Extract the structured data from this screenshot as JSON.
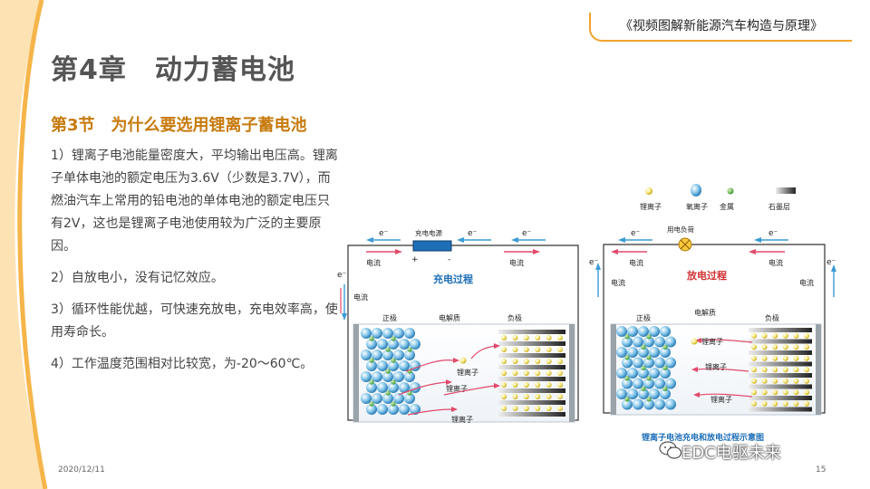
{
  "header": {
    "book_title": "《视频图解新能源汽车构造与原理》"
  },
  "chapter_title": "第4章　动力蓄电池",
  "section_title": "第3节　为什么要选用锂离子蓄电池",
  "paragraphs": [
    "1）锂离子电池能量密度大，平均输出电压高。锂离子单体电池的额定电压为3.6V（少数是3.7V），而燃油汽车上常用的铅电池的单体电池的额定电压只有2V，这也是锂离子电池使用较为广泛的主要原因。",
    "2）自放电小，没有记忆效应。",
    "3）循环性能优越，可快速充放电，充电效率高，使用寿命长。",
    "4）工作温度范围相对比较宽，为-20～60℃。"
  ],
  "diagram": {
    "legend": {
      "lithium_ion": "锂离子",
      "oxygen_ion": "氧离子",
      "metal": "金属",
      "graphite": "石墨层"
    },
    "charge": {
      "title": "充电过程",
      "source": "充电电源",
      "electron": "e⁻",
      "current": "电流",
      "plus": "+",
      "minus": "-",
      "positive": "正极",
      "electrolyte": "电解质",
      "negative": "负极",
      "ion": "锂离子"
    },
    "discharge": {
      "title": "放电过程",
      "load": "用电负荷",
      "electron": "e⁻",
      "current": "电流",
      "positive": "正极",
      "electrolyte": "电解质",
      "negative": "负极",
      "ion": "锂离子"
    },
    "caption": "锂离子电池充电和放电过程示意图"
  },
  "footer": {
    "date": "2020/12/11",
    "page": "15"
  },
  "watermark": "EDC电驱未来",
  "colors": {
    "accent": "#f0a32a",
    "section": "#c77a0c",
    "chapter": "#555555"
  }
}
